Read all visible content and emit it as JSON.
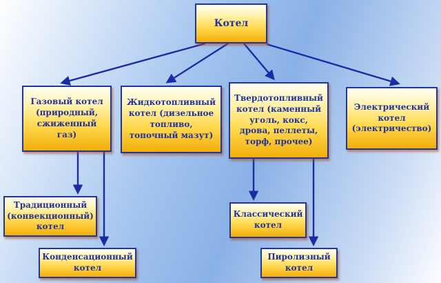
{
  "diagram": {
    "nodes": {
      "root": "Котел",
      "gas": "Газовый котел (природный, сжиженный газ)",
      "liquid": "Жидкотопливный котел (дизельное топливо, топочный мазут)",
      "solid": "Твердотопливный котел (каменный уголь, кокс, дрова, пеллеты, торф, прочее)",
      "electric": "Электрический котел (электричество)",
      "traditional": "Традиционный (конвекционный) котел",
      "condensing": "Конденсационный котел",
      "classic": "Классический котел",
      "pyrolysis": "Пиролизный котел"
    },
    "edges": [
      {
        "from": "root",
        "to": "gas"
      },
      {
        "from": "root",
        "to": "liquid"
      },
      {
        "from": "root",
        "to": "solid"
      },
      {
        "from": "root",
        "to": "electric"
      },
      {
        "from": "gas",
        "to": "traditional"
      },
      {
        "from": "gas",
        "to": "condensing"
      },
      {
        "from": "solid",
        "to": "classic"
      },
      {
        "from": "solid",
        "to": "pyrolysis"
      }
    ],
    "colors": {
      "box_border": "#1e3799",
      "box_fill_top": "#fffef4",
      "box_fill_bottom": "#f2ae0a",
      "box_shadow": "#ad461a",
      "text": "#22339e",
      "arrow": "#1a2ca4",
      "background_blue": "#8ab1e6",
      "background_light": "#ffffff"
    }
  }
}
